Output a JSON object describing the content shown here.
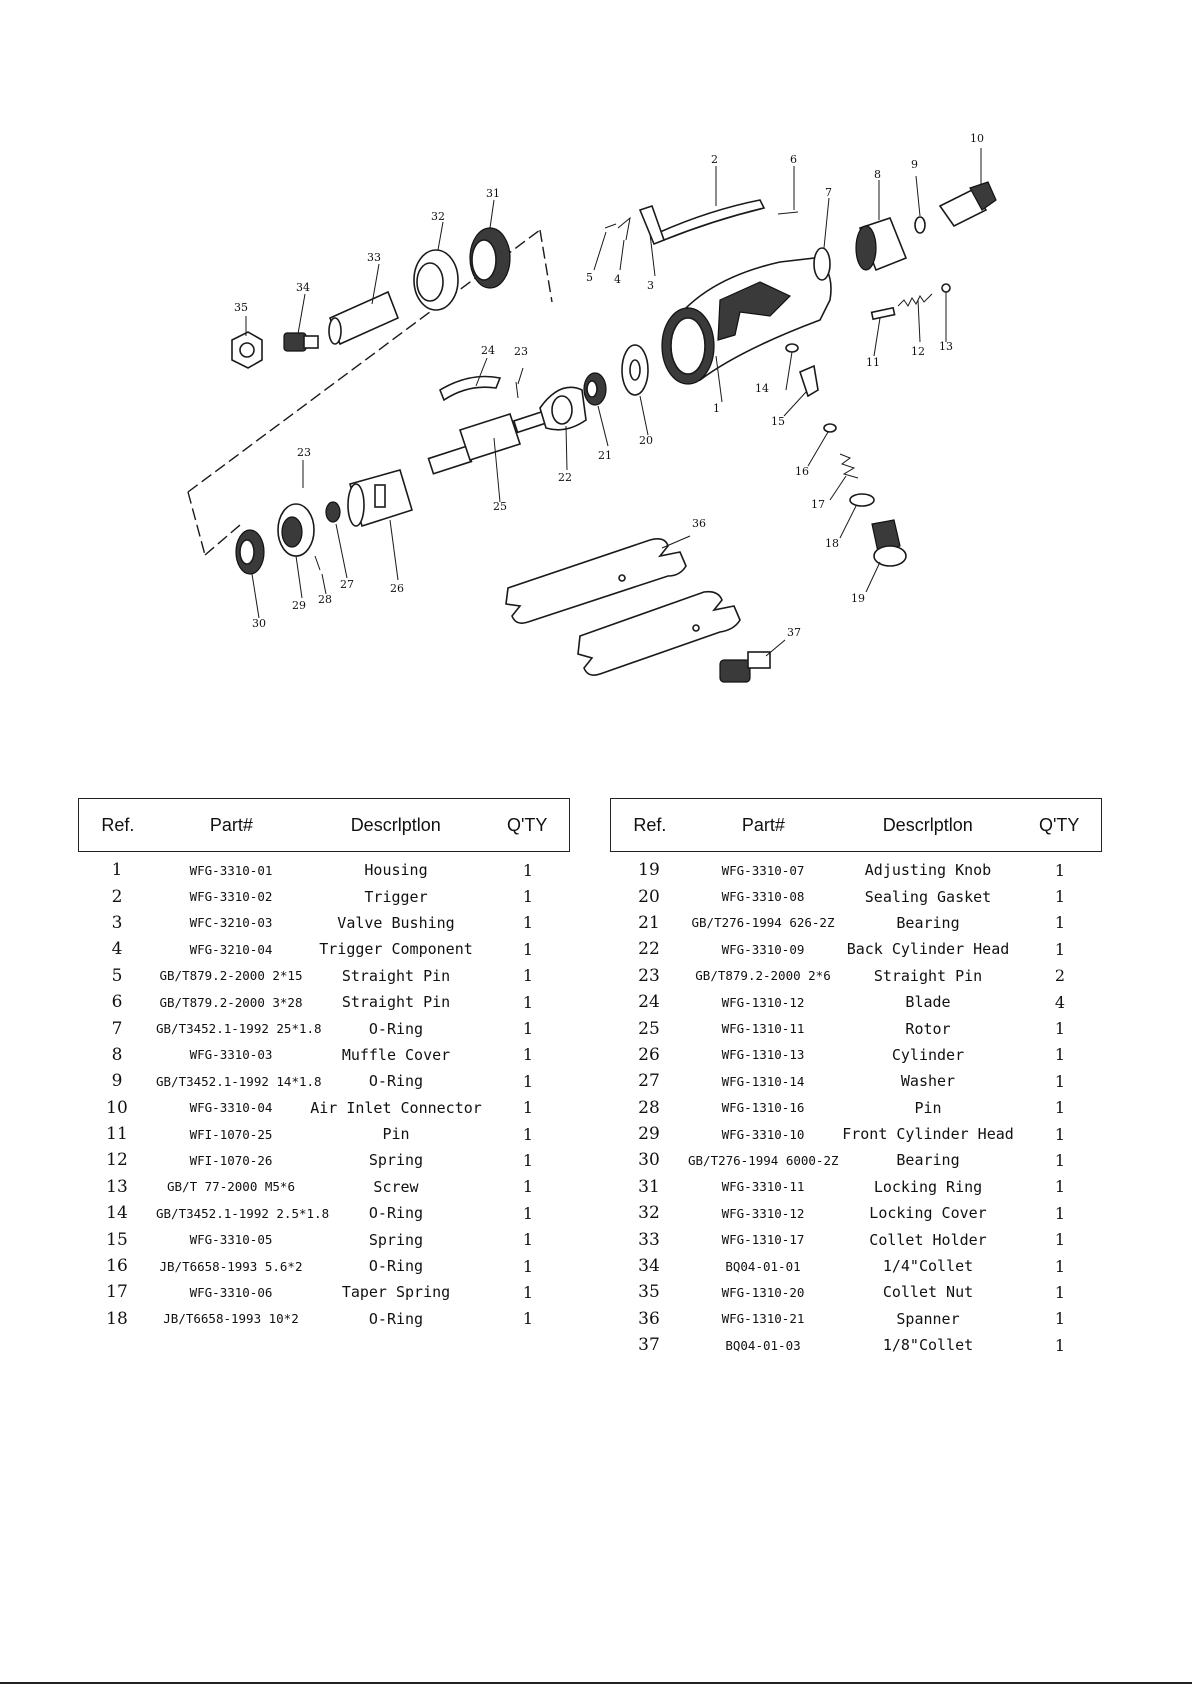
{
  "diagram": {
    "callouts": [
      "1",
      "2",
      "3",
      "4",
      "5",
      "6",
      "7",
      "8",
      "9",
      "10",
      "11",
      "12",
      "13",
      "14",
      "15",
      "16",
      "17",
      "18",
      "19",
      "20",
      "21",
      "22",
      "23",
      "23",
      "24",
      "25",
      "26",
      "27",
      "28",
      "29",
      "30",
      "31",
      "32",
      "33",
      "34",
      "35",
      "36",
      "37"
    ]
  },
  "table_headers": {
    "ref": "Ref.",
    "part": "Part#",
    "desc": "Descrlptlon",
    "qty": "Q'TY"
  },
  "left_rows": [
    {
      "ref": "1",
      "part": "WFG-3310-01",
      "desc": "Housing",
      "qty": "1"
    },
    {
      "ref": "2",
      "part": "WFG-3310-02",
      "desc": "Trigger",
      "qty": "1"
    },
    {
      "ref": "3",
      "part": "WFC-3210-03",
      "desc": "Valve Bushing",
      "qty": "1"
    },
    {
      "ref": "4",
      "part": "WFG-3210-04",
      "desc": "Trigger Component",
      "qty": "1"
    },
    {
      "ref": "5",
      "part": "GB/T879.2-2000 2*15",
      "desc": "Straight Pin",
      "qty": "1"
    },
    {
      "ref": "6",
      "part": "GB/T879.2-2000 3*28",
      "desc": "Straight Pin",
      "qty": "1"
    },
    {
      "ref": "7",
      "part": "GB/T3452.1-1992 25*1.8",
      "desc": "O-Ring",
      "qty": "1"
    },
    {
      "ref": "8",
      "part": "WFG-3310-03",
      "desc": "Muffle Cover",
      "qty": "1"
    },
    {
      "ref": "9",
      "part": "GB/T3452.1-1992 14*1.8",
      "desc": "O-Ring",
      "qty": "1"
    },
    {
      "ref": "10",
      "part": "WFG-3310-04",
      "desc": "Air Inlet Connector",
      "qty": "1"
    },
    {
      "ref": "11",
      "part": "WFI-1070-25",
      "desc": "Pin",
      "qty": "1"
    },
    {
      "ref": "12",
      "part": "WFI-1070-26",
      "desc": "Spring",
      "qty": "1"
    },
    {
      "ref": "13",
      "part": "GB/T 77-2000 M5*6",
      "desc": "Screw",
      "qty": "1"
    },
    {
      "ref": "14",
      "part": "GB/T3452.1-1992 2.5*1.8",
      "desc": "O-Ring",
      "qty": "1"
    },
    {
      "ref": "15",
      "part": "WFG-3310-05",
      "desc": "Spring",
      "qty": "1"
    },
    {
      "ref": "16",
      "part": "JB/T6658-1993 5.6*2",
      "desc": "O-Ring",
      "qty": "1"
    },
    {
      "ref": "17",
      "part": "WFG-3310-06",
      "desc": "Taper Spring",
      "qty": "1"
    },
    {
      "ref": "18",
      "part": "JB/T6658-1993 10*2",
      "desc": "O-Ring",
      "qty": "1"
    }
  ],
  "right_rows": [
    {
      "ref": "19",
      "part": "WFG-3310-07",
      "desc": "Adjusting Knob",
      "qty": "1"
    },
    {
      "ref": "20",
      "part": "WFG-3310-08",
      "desc": "Sealing Gasket",
      "qty": "1"
    },
    {
      "ref": "21",
      "part": "GB/T276-1994 626-2Z",
      "desc": "Bearing",
      "qty": "1"
    },
    {
      "ref": "22",
      "part": "WFG-3310-09",
      "desc": "Back Cylinder Head",
      "qty": "1"
    },
    {
      "ref": "23",
      "part": "GB/T879.2-2000 2*6",
      "desc": "Straight Pin",
      "qty": "2"
    },
    {
      "ref": "24",
      "part": "WFG-1310-12",
      "desc": "Blade",
      "qty": "4"
    },
    {
      "ref": "25",
      "part": "WFG-1310-11",
      "desc": "Rotor",
      "qty": "1"
    },
    {
      "ref": "26",
      "part": "WFG-1310-13",
      "desc": "Cylinder",
      "qty": "1"
    },
    {
      "ref": "27",
      "part": "WFG-1310-14",
      "desc": "Washer",
      "qty": "1"
    },
    {
      "ref": "28",
      "part": "WFG-1310-16",
      "desc": "Pin",
      "qty": "1"
    },
    {
      "ref": "29",
      "part": "WFG-3310-10",
      "desc": "Front Cylinder Head",
      "qty": "1"
    },
    {
      "ref": "30",
      "part": "GB/T276-1994 6000-2Z",
      "desc": "Bearing",
      "qty": "1"
    },
    {
      "ref": "31",
      "part": "WFG-3310-11",
      "desc": "Locking Ring",
      "qty": "1"
    },
    {
      "ref": "32",
      "part": "WFG-3310-12",
      "desc": "Locking Cover",
      "qty": "1"
    },
    {
      "ref": "33",
      "part": "WFG-1310-17",
      "desc": "Collet Holder",
      "qty": "1"
    },
    {
      "ref": "34",
      "part": "BQ04-01-01",
      "desc": "1/4\"Collet",
      "qty": "1"
    },
    {
      "ref": "35",
      "part": "WFG-1310-20",
      "desc": "Collet Nut",
      "qty": "1"
    },
    {
      "ref": "36",
      "part": "WFG-1310-21",
      "desc": "Spanner",
      "qty": "1"
    },
    {
      "ref": "37",
      "part": "BQ04-01-03",
      "desc": "1/8\"Collet",
      "qty": "1"
    }
  ]
}
